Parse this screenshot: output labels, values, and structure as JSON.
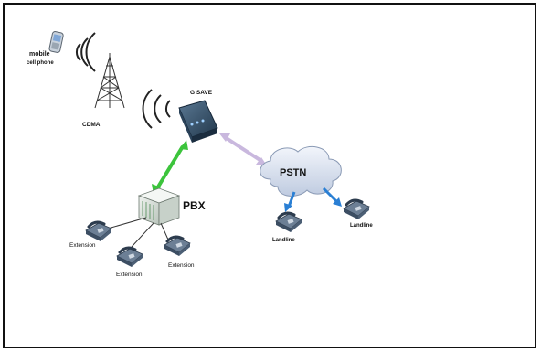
{
  "labels": {
    "mobile": "mobile",
    "cell_phone": "cell phone",
    "cdma": "CDMA",
    "gsave": "G SAVE",
    "pbx": "PBX",
    "pstn": "PSTN",
    "extension_1": "Extension",
    "extension_2": "Extension",
    "extension_3": "Extension",
    "landline_1": "Landline",
    "landline_2": "Landline"
  },
  "colors": {
    "green_link": "#3cc43c",
    "lilac_link": "#c9b8de",
    "blue_link": "#2a7fd4",
    "device_dark": "#2f4a63",
    "cloud": "#dde4f1"
  },
  "icons": {
    "cell_phone": "cell-phone-icon",
    "tower": "cell-tower-icon",
    "gateway": "gateway-device-icon",
    "pbx": "pbx-server-icon",
    "phone": "desk-phone-icon",
    "cloud": "cloud-icon"
  }
}
